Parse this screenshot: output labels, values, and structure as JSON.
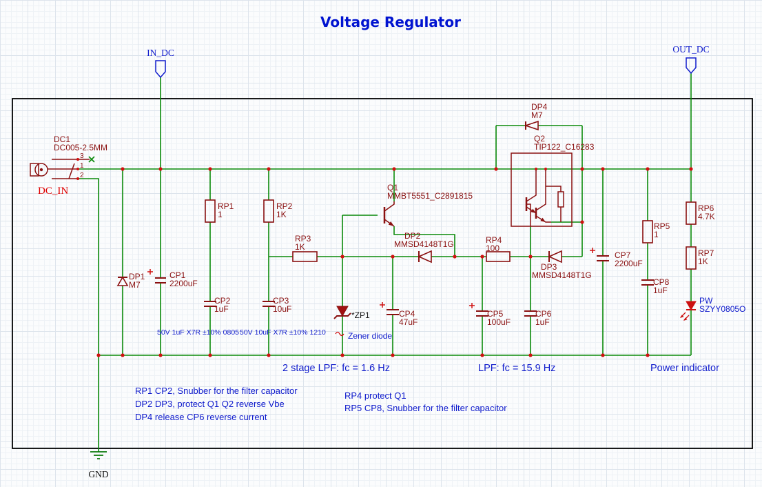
{
  "title": "Voltage Regulator",
  "colors": {
    "wire": "#0a8a0a",
    "symbol": "#8a1010",
    "junction": "#d01010",
    "net_label": "#0f1bcc",
    "annotation": "#0f1bcc",
    "title": "#0013d0",
    "dc_in": "#e00000",
    "led": "#cc1010"
  },
  "nets": {
    "in": "IN_DC",
    "out": "OUT_DC",
    "gnd": "GND",
    "dcin": "DC_IN"
  },
  "connector": {
    "ref": "DC1",
    "value": "DC005-2.5MM",
    "pins": [
      "3",
      "1",
      "2"
    ]
  },
  "components": {
    "DP1": {
      "ref": "DP1",
      "value": "M7"
    },
    "CP1": {
      "ref": "CP1",
      "value": "2200uF"
    },
    "RP1": {
      "ref": "RP1",
      "value": "1"
    },
    "CP2": {
      "ref": "CP2",
      "value": "1uF"
    },
    "RP2": {
      "ref": "RP2",
      "value": "1K"
    },
    "CP3": {
      "ref": "CP3",
      "value": "10uF"
    },
    "RP3": {
      "ref": "RP3",
      "value": "1K"
    },
    "ZP1": {
      "ref": "*ZP1",
      "value": ""
    },
    "CP4": {
      "ref": "CP4",
      "value": "47uF"
    },
    "Q1": {
      "ref": "Q1",
      "value": "MMBT5551_C2891815"
    },
    "DP2": {
      "ref": "DP2",
      "value": "MMSD4148T1G"
    },
    "RP4": {
      "ref": "RP4",
      "value": "100"
    },
    "CP5": {
      "ref": "CP5",
      "value": "100uF"
    },
    "CP6": {
      "ref": "CP6",
      "value": "1uF"
    },
    "DP3": {
      "ref": "DP3",
      "value": "MMSD4148T1G"
    },
    "DP4": {
      "ref": "DP4",
      "value": "M7"
    },
    "Q2": {
      "ref": "Q2",
      "value": "TIP122_C16283"
    },
    "CP7": {
      "ref": "CP7",
      "value": "2200uF"
    },
    "RP5": {
      "ref": "RP5",
      "value": "1"
    },
    "CP8": {
      "ref": "CP8",
      "value": "1uF"
    },
    "RP6": {
      "ref": "RP6",
      "value": "4.7K"
    },
    "RP7": {
      "ref": "RP7",
      "value": "1K"
    },
    "PW": {
      "ref": "PW",
      "value": "SZYY0805O"
    }
  },
  "annotations": {
    "cap_note_1": "50V 1uF X7R ±10% 0805",
    "cap_note_2": "50V 10uF X7R ±10% 1210",
    "zener_note": "Zener diode",
    "lpf_2stage": "2 stage LPF: fc = 1.6 Hz",
    "lpf_single": "LPF: fc = 15.9 Hz",
    "power_indicator": "Power indicator",
    "note_rp1": "RP1 CP2, Snubber for the filter capacitor",
    "note_dp2": "DP2 DP3, protect Q1 Q2 reverse Vbe",
    "note_dp4": "DP4 release CP6 reverse current",
    "note_rp4": "RP4 protect Q1",
    "note_rp5": "RP5 CP8, Snubber for the filter capacitor"
  }
}
